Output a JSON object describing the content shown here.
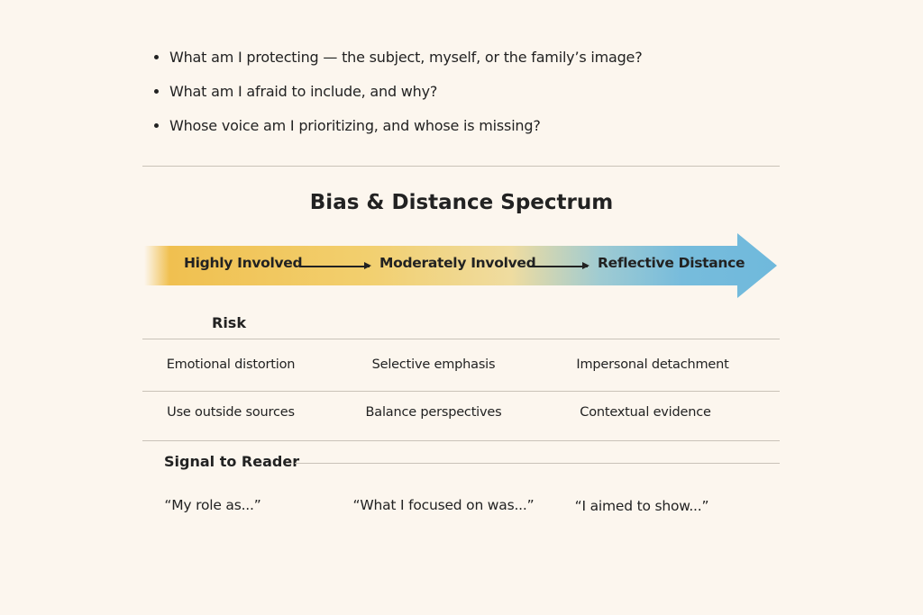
{
  "questions": [
    "What am I protecting — the subject, myself, or the family’s image?",
    "What am I afraid to include, and why?",
    "Whose voice am I prioritizing, and whose is missing?"
  ],
  "title": "Bias & Distance Spectrum",
  "spectrum": {
    "stages": [
      "Highly Involved",
      "Moderately Involved",
      "Reflective Distance"
    ],
    "colors": {
      "start": "#f0c050",
      "middle": "#efdca0",
      "end": "#6fb9dc"
    }
  },
  "risk": {
    "label": "Risk",
    "rows": [
      [
        "Emotional distortion",
        "Selective emphasis",
        "Impersonal detachment"
      ],
      [
        "Use outside sources",
        "Balance perspectives",
        "Contextual evidence"
      ]
    ]
  },
  "signal": {
    "label": "Signal to Reader",
    "items": [
      "“My role as...”",
      "“What I focused on was...”",
      "“I aimed to show...”"
    ]
  }
}
